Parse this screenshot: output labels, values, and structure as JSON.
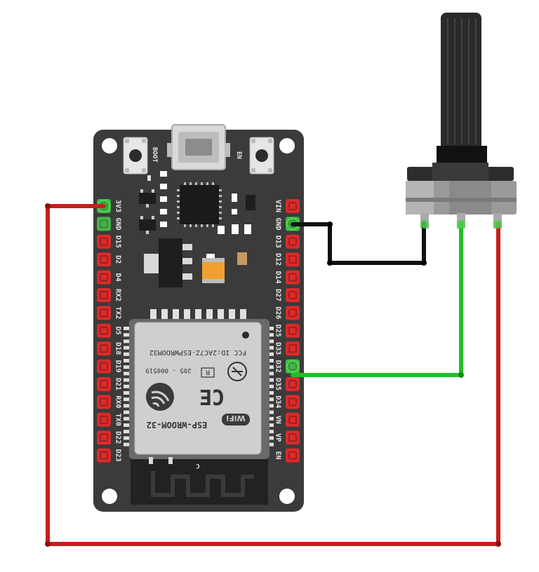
{
  "board": {
    "button_left_label": "BOOT",
    "button_right_label": "EN",
    "left_pins": [
      "3V3",
      "GND",
      "D15",
      "D2",
      "D4",
      "RX2",
      "TX2",
      "D5",
      "D18",
      "D19",
      "D21",
      "RX0",
      "TX0",
      "D22",
      "D23"
    ],
    "right_pins": [
      "VIN",
      "GND",
      "D13",
      "D12",
      "D14",
      "D27",
      "D26",
      "D25",
      "D33",
      "D32",
      "D35",
      "D34",
      "VN",
      "VP",
      "EN"
    ]
  },
  "module": {
    "fcc_id": "FCC ID:2AC7Z-ESPWROOM32",
    "cert_number": "205 - 000519",
    "r_mark": "R",
    "model": "ESP-WROOM-32",
    "wifi_logo": "WiFi",
    "ce_mark": "CE",
    "antenna_mark": "C"
  },
  "colors": {
    "board": "#3b3b3b",
    "module": "#cfcfcf",
    "wire_power": "#c81e1e",
    "wire_ground": "#111111",
    "wire_signal": "#22c022",
    "pin_red": "#d92b2b",
    "pin_green": "#47b34a"
  },
  "wires": [
    {
      "name": "3V3 to potentiometer right pin",
      "color": "red"
    },
    {
      "name": "GND to potentiometer left pin",
      "color": "black"
    },
    {
      "name": "D32 to potentiometer wiper",
      "color": "green"
    }
  ],
  "icons": [
    "usb-port-icon",
    "tactile-button-icon",
    "wifi-logo-icon",
    "ce-mark-icon",
    "fcc-mark-icon",
    "espressif-logo-icon",
    "potentiometer-icon"
  ]
}
